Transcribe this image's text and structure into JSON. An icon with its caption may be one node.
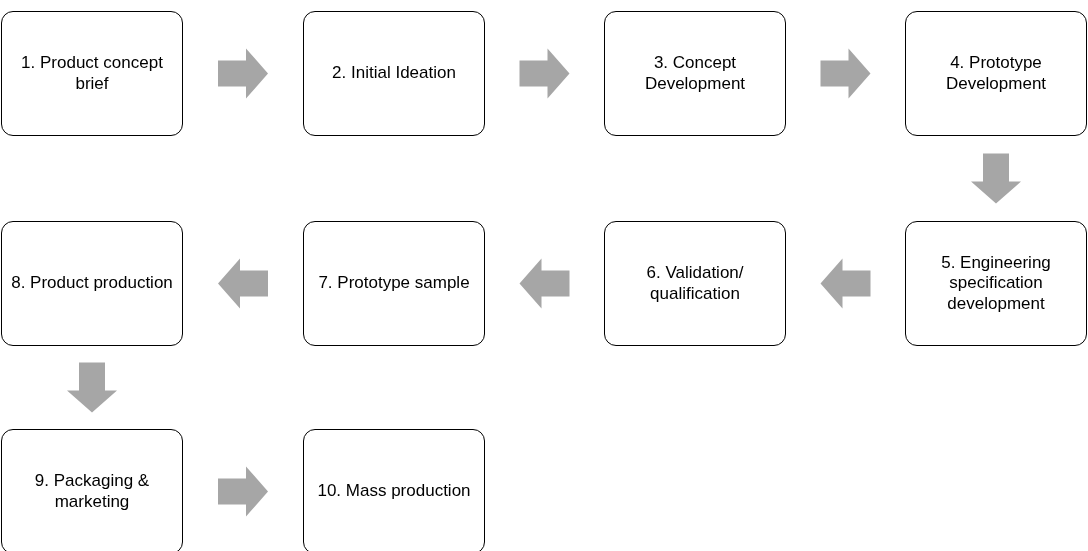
{
  "diagram": {
    "nodes": [
      {
        "text": [
          "1. Product concept brief"
        ]
      },
      {
        "text": [
          "2. Initial Ideation"
        ]
      },
      {
        "text": [
          "3. Concept Development"
        ]
      },
      {
        "text": [
          "4. Prototype Development"
        ]
      },
      {
        "text": [
          "5. Engineering specification development"
        ]
      },
      {
        "text": [
          "6. Validation/ qualification"
        ]
      },
      {
        "text": [
          "7. Prototype sample"
        ]
      },
      {
        "text": [
          "8. Product production"
        ]
      },
      {
        "text": [
          "9. Packaging & marketing"
        ]
      },
      {
        "text": [
          "10. Mass production"
        ]
      }
    ],
    "edges": [
      {
        "from": 0,
        "to": 1,
        "arrow": "to"
      },
      {
        "from": 1,
        "to": 2,
        "arrow": "to"
      },
      {
        "from": 2,
        "to": 3,
        "arrow": "to"
      },
      {
        "from": 3,
        "to": 4,
        "arrow": "to"
      },
      {
        "from": 4,
        "to": 5,
        "arrow": "to"
      },
      {
        "from": 5,
        "to": 6,
        "arrow": "to"
      },
      {
        "from": 6,
        "to": 7,
        "arrow": "to"
      },
      {
        "from": 7,
        "to": 8,
        "arrow": "to"
      },
      {
        "from": 8,
        "to": 9,
        "arrow": "to"
      }
    ]
  }
}
